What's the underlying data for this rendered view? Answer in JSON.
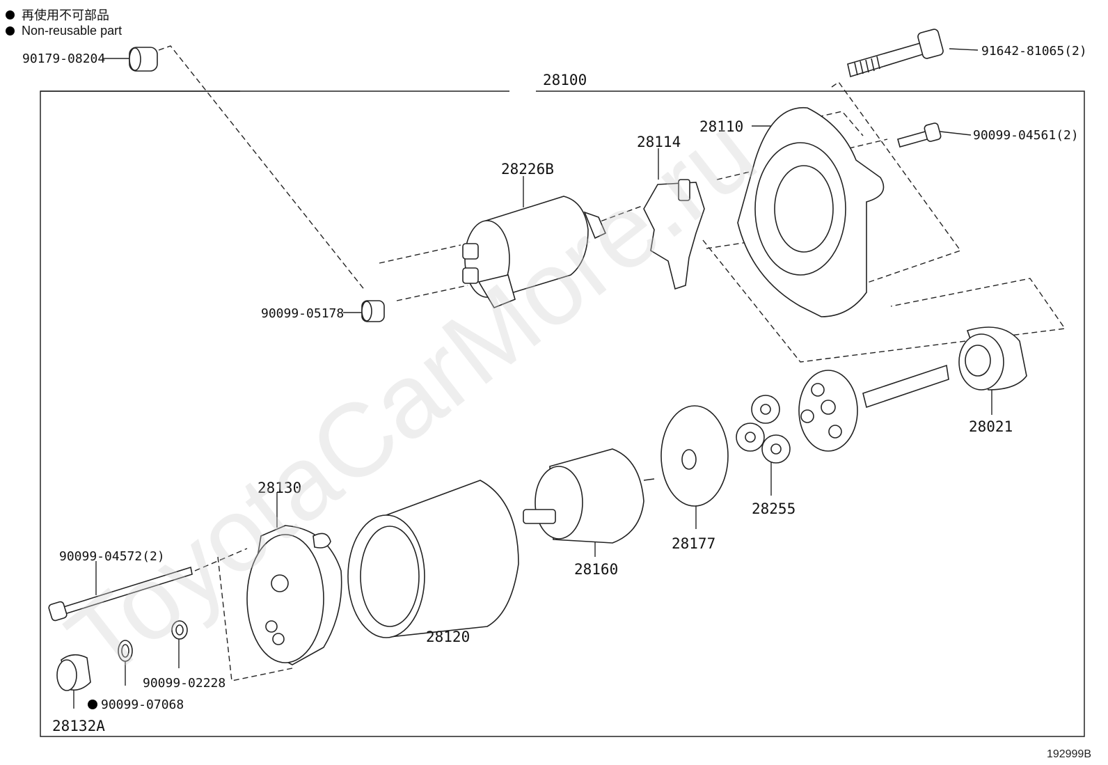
{
  "legend": [
    {
      "text": "再使用不可部品"
    },
    {
      "text": "Non-reusable part"
    }
  ],
  "watermark": "ToyotaCarMore.ru",
  "code": "192999B",
  "labels": {
    "p28100": "28100",
    "p90179": "90179-08204",
    "p91642": "91642-81065(2)",
    "p28110": "28110",
    "p90099_04561": "90099-04561(2)",
    "p28114": "28114",
    "p28226B": "28226B",
    "p90099_05178": "90099-05178",
    "p28021": "28021",
    "p28255": "28255",
    "p28177": "28177",
    "p28160": "28160",
    "p28130": "28130",
    "p28120": "28120",
    "p90099_04572": "90099-04572(2)",
    "p90099_02228": "90099-02228",
    "p90099_07068": "90099-07068",
    "p28132A": "28132A"
  }
}
